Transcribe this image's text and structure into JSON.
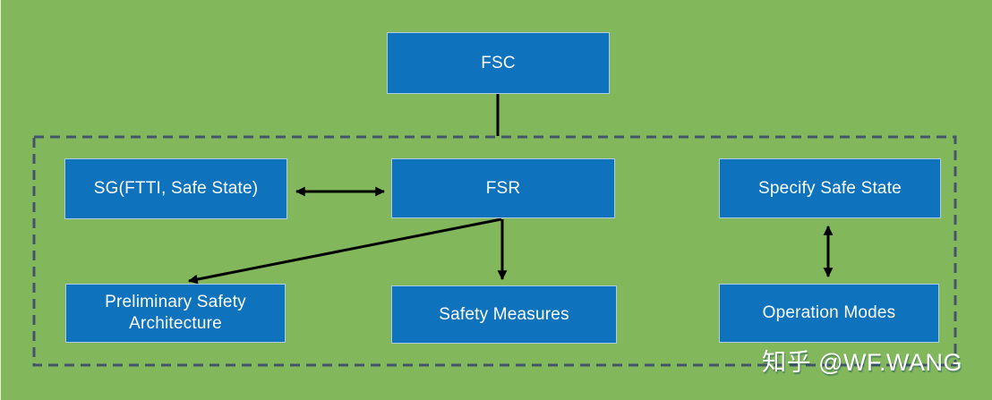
{
  "diagram": {
    "title": "FSC / FSR functional safety concept diagram",
    "background_color": "#82B75C",
    "node_fill_color": "#0E72BC",
    "node_border_color": "#AECDE4",
    "node_text_color": "#FDFEFF",
    "dashed_region_color": "#44546A",
    "arrow_color": "#000000",
    "nodes": {
      "fsc": {
        "label": "FSC"
      },
      "sg": {
        "label": "SG(FTTI, Safe State)"
      },
      "fsr": {
        "label": "FSR"
      },
      "specify_safe_state": {
        "label": "Specify Safe State"
      },
      "preliminary_safety_architecture": {
        "label": "Preliminary Safety Architecture"
      },
      "safety_measures": {
        "label": "Safety Measures"
      },
      "operation_modes": {
        "label": "Operation Modes"
      }
    },
    "connections": [
      {
        "from": "FSC",
        "to": "dashed region (FSR group)",
        "style": "plain-line"
      },
      {
        "from": "SG(FTTI, Safe State)",
        "to": "FSR",
        "style": "double-headed-arrow"
      },
      {
        "from": "FSR",
        "to": "Safety Measures",
        "style": "arrow"
      },
      {
        "from": "FSR",
        "to": "Preliminary Safety Architecture",
        "style": "arrow"
      },
      {
        "from": "Specify Safe State",
        "to": "Operation Modes",
        "style": "double-headed-arrow"
      }
    ]
  },
  "watermark": {
    "text": "知乎 @WF.WANG"
  }
}
